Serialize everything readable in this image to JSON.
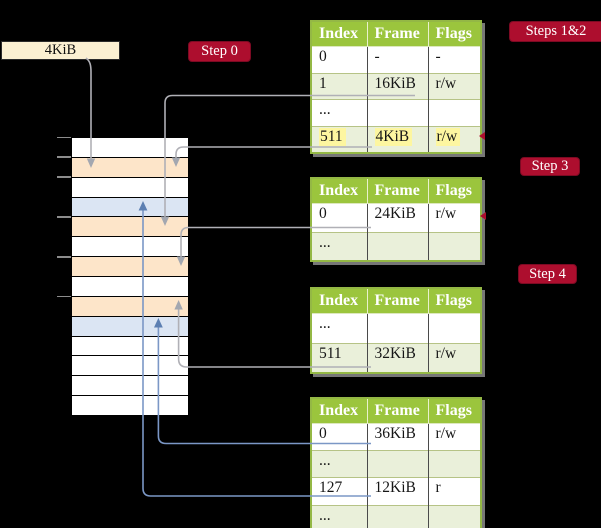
{
  "legend": {
    "frame_label": "4KiB"
  },
  "badges": [
    {
      "id": "step0",
      "label": "Step 0"
    },
    {
      "id": "steps12",
      "label": "Steps 1&2"
    },
    {
      "id": "step3",
      "label": "Step 3"
    },
    {
      "id": "step4",
      "label": "Step 4"
    }
  ],
  "memory": {
    "rows": [
      "white",
      "orange",
      "white",
      "blue",
      "orange",
      "white",
      "orange",
      "white",
      "orange",
      "blue",
      "white",
      "white",
      "white",
      "white"
    ],
    "tick_rows": [
      0,
      1,
      2,
      4,
      6,
      8
    ]
  },
  "tables": [
    {
      "id": "table-steps-1-2",
      "headers": [
        "Index",
        "Frame",
        "Flags"
      ],
      "rows": [
        {
          "cells": [
            "0",
            "-",
            "-"
          ],
          "tint": false,
          "highlight": false
        },
        {
          "cells": [
            "1",
            "16KiB",
            "r/w"
          ],
          "tint": true,
          "highlight": false
        },
        {
          "cells": [
            "...",
            "",
            ""
          ],
          "tint": false,
          "highlight": false
        },
        {
          "cells": [
            "511",
            "4KiB",
            "r/w"
          ],
          "tint": true,
          "highlight": true
        }
      ]
    },
    {
      "id": "table-step-3",
      "headers": [
        "Index",
        "Frame",
        "Flags"
      ],
      "rows": [
        {
          "cells": [
            "0",
            "24KiB",
            "r/w"
          ],
          "tint": false,
          "highlight": false
        },
        {
          "cells": [
            "...",
            "",
            ""
          ],
          "tint": true,
          "highlight": false
        }
      ]
    },
    {
      "id": "table-step-4",
      "headers": [
        "Index",
        "Frame",
        "Flags"
      ],
      "rows": [
        {
          "cells": [
            "...",
            "",
            ""
          ],
          "tint": false,
          "highlight": false
        },
        {
          "cells": [
            "511",
            "32KiB",
            "r/w"
          ],
          "tint": true,
          "highlight": false
        }
      ]
    },
    {
      "id": "table-step-5",
      "headers": [
        "Index",
        "Frame",
        "Flags"
      ],
      "rows": [
        {
          "cells": [
            "0",
            "36KiB",
            "r/w"
          ],
          "tint": false,
          "highlight": false
        },
        {
          "cells": [
            "...",
            "",
            ""
          ],
          "tint": true,
          "highlight": false
        },
        {
          "cells": [
            "127",
            "12KiB",
            "r"
          ],
          "tint": false,
          "highlight": false
        },
        {
          "cells": [
            "...",
            "",
            ""
          ],
          "tint": true,
          "highlight": false
        }
      ]
    }
  ],
  "colors": {
    "accent_green": "#9bc53d",
    "row_tint": "#eaf0da",
    "frame_orange": "#fde5c9",
    "frame_blue": "#dbe5f3",
    "badge_red": "#ad0e2e",
    "highlight_yellow": "#fdf6a0",
    "box_cream": "#fbf0d2",
    "connector_gray": "#b0b0b6",
    "connector_blue": "#7b97c6"
  }
}
